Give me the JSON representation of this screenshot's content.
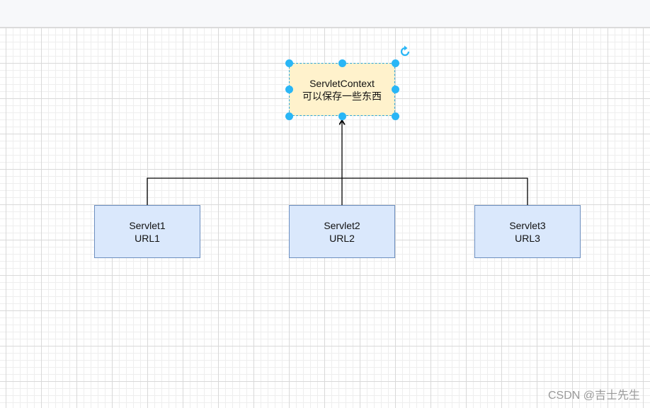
{
  "diagram": {
    "context_node": {
      "title": "ServletContext",
      "subtitle": "可以保存一些东西"
    },
    "servlets": [
      {
        "name": "Servlet1",
        "url": "URL1"
      },
      {
        "name": "Servlet2",
        "url": "URL2"
      },
      {
        "name": "Servlet3",
        "url": "URL3"
      }
    ],
    "colors": {
      "servlet_fill": "#dae8fc",
      "servlet_border": "#6c8ebf",
      "context_fill": "#fff2cc",
      "selection": "#29b6f6",
      "edge": "#000000"
    }
  },
  "watermark": "CSDN @吉士先生"
}
